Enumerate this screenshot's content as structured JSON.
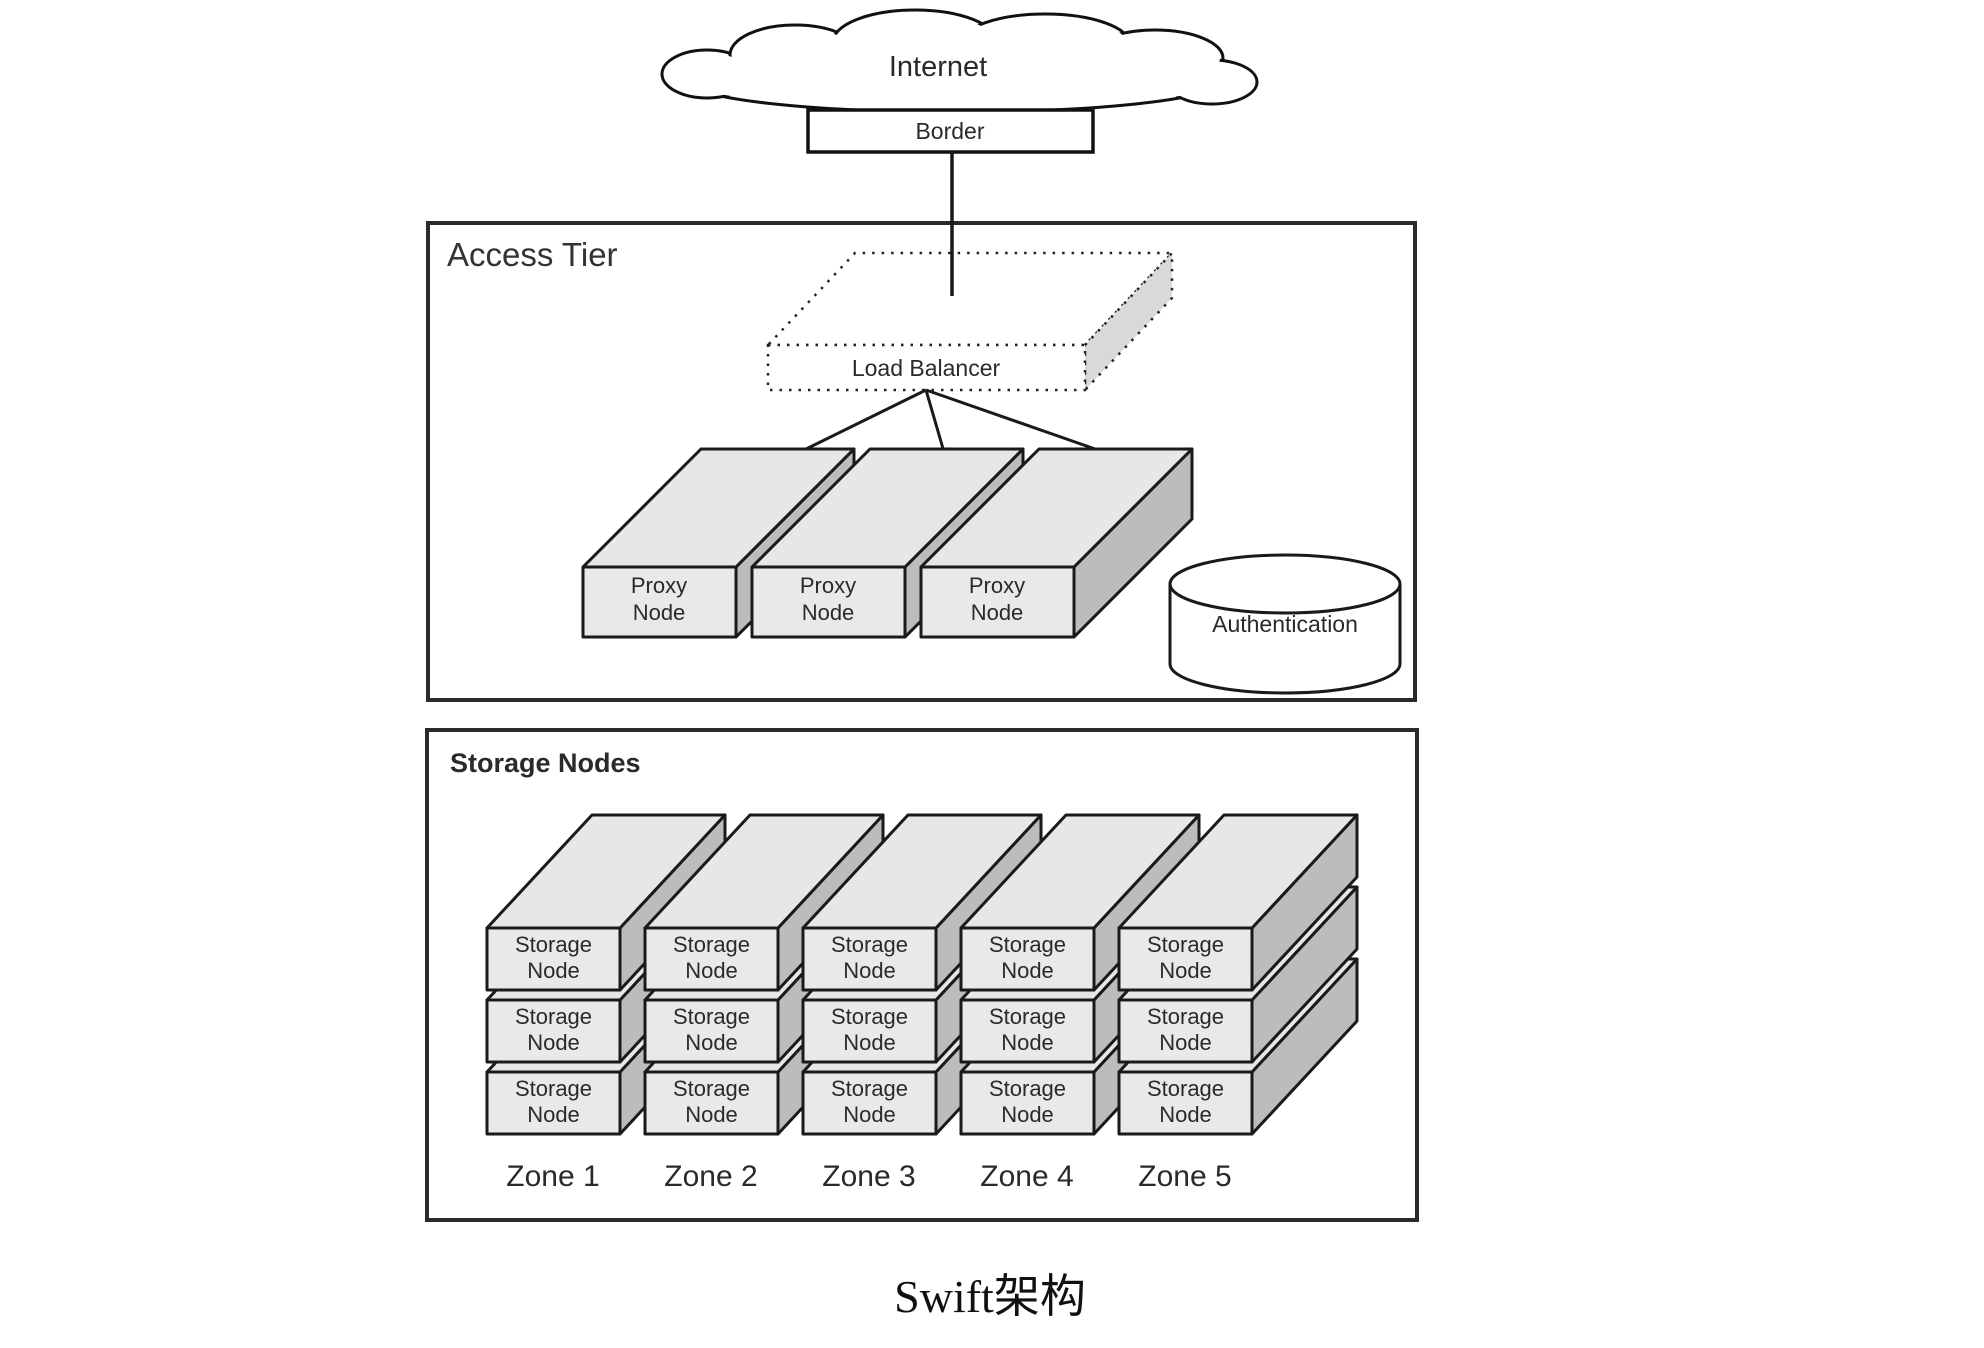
{
  "diagram": {
    "internet_label": "Internet",
    "border_label": "Border",
    "access_tier": {
      "title": "Access Tier",
      "load_balancer_label": "Load Balancer",
      "proxy_line1": "Proxy",
      "proxy_line2": "Node",
      "auth_label": "Authentication"
    },
    "storage": {
      "title": "Storage Nodes",
      "node_line1": "Storage",
      "node_line2": "Node",
      "zones": [
        "Zone 1",
        "Zone 2",
        "Zone 3",
        "Zone 4",
        "Zone 5"
      ]
    },
    "caption": "Swift架构",
    "colors": {
      "outline": "#1a1a1a",
      "face_light": "#e7e7e7",
      "face_front": "#e9e9e9",
      "face_side": "#bcbcbc",
      "lb_side": "#d9d9d9",
      "background": "#ffffff"
    }
  }
}
